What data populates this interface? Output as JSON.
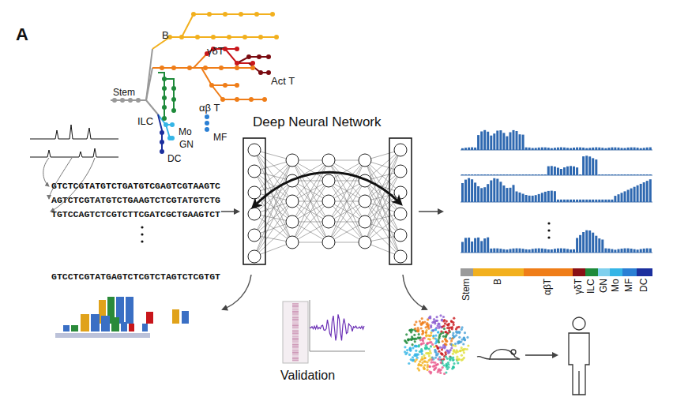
{
  "diagram": {
    "labels": [
      "A",
      "B",
      "γδT",
      "Act T",
      "αβ T",
      "ILC",
      "Mo",
      "GN",
      "MF",
      "DC",
      "Stem",
      "Deep Neural Network",
      "GTCTCGTATGTCTGATGTCGAGTCGTAAGTC",
      "AGTCTCGTATGTCTGAAGTCTCGTATGTCTG",
      "TGTCCAGTCTCGTCTTCGATCGCTGAAGTCT",
      "GTCCTCGTATGAGTCTCGTCTAGTCTCGTGT",
      "Validation",
      "Stem",
      "B",
      "αβT",
      "γδT",
      "ILC",
      "GN",
      "Mo",
      "MF",
      "DC"
    ]
  }
}
